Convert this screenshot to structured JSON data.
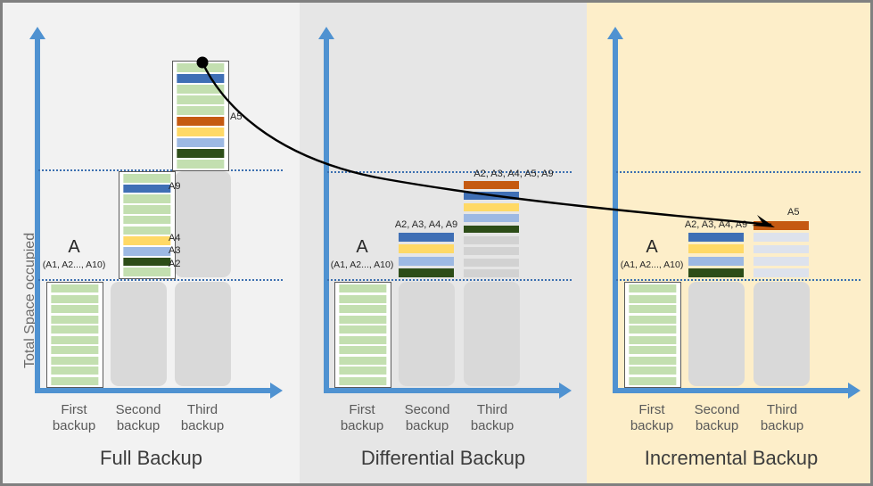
{
  "axes": {
    "y_label": "Total Space occupied"
  },
  "panels": [
    {
      "id": "full",
      "title": "Full Backup",
      "background": "#f2f2f2",
      "categories": [
        "First\nbackup",
        "Second\nbackup",
        "Third\nbackup"
      ],
      "first_bar": {
        "title": "A",
        "subtitle": "(A1, A2..., A10)",
        "stripes": 10,
        "color": "#c3dfb0"
      },
      "second_bar": {
        "stripes": [
          "green",
          "blue",
          "green",
          "green",
          "green",
          "green",
          "yellow",
          "lightblue",
          "darkgreen",
          "green"
        ],
        "side_labels": [
          {
            "text": "A9",
            "stripe_index": 1
          },
          {
            "text": "A4",
            "stripe_index": 6
          },
          {
            "text": "A3",
            "stripe_index": 7
          },
          {
            "text": "A2",
            "stripe_index": 8
          }
        ]
      },
      "third_bar": {
        "stripes": [
          "green",
          "blue",
          "green",
          "green",
          "green",
          "orange",
          "yellow",
          "lightblue",
          "darkgreen",
          "green"
        ],
        "side_labels": [
          {
            "text": "A5",
            "stripe_index": 5
          }
        ]
      }
    },
    {
      "id": "differential",
      "title": "Differential Backup",
      "background": "#e6e6e6",
      "categories": [
        "First\nbackup",
        "Second\nbackup",
        "Third\nbackup"
      ],
      "first_bar": {
        "title": "A",
        "subtitle": "(A1, A2..., A10)",
        "stripes": 10,
        "color": "#c3dfb0"
      },
      "second_bar": {
        "group_label": "A2, A3, A4, A9",
        "stripes": [
          "blue",
          "yellow",
          "lightblue",
          "darkgreen"
        ]
      },
      "third_bar": {
        "group_label": "A2, A3, A4, A5, A9",
        "stripes": [
          "orange",
          "blue",
          "yellow",
          "lightblue",
          "darkgreen",
          "gray",
          "gray",
          "gray",
          "gray"
        ]
      }
    },
    {
      "id": "incremental",
      "title": "Incremental Backup",
      "background": "#fdeec9",
      "categories": [
        "First\nbackup",
        "Second\nbackup",
        "Third\nbackup"
      ],
      "first_bar": {
        "title": "A",
        "subtitle": "(A1, A2..., A10)",
        "stripes": 10,
        "color": "#c3dfb0"
      },
      "second_bar": {
        "group_label": "A2, A3, A4, A9",
        "stripes": [
          "blue",
          "yellow",
          "lightblue",
          "darkgreen"
        ]
      },
      "third_bar": {
        "group_label": "A5",
        "stripes": [
          "orange",
          "graylight",
          "graylight",
          "graylight",
          "graylight"
        ]
      }
    }
  ],
  "annotation_arrow": {
    "label_start": "A5",
    "label_end": "A5",
    "from_panel": "full",
    "to_panel": "incremental"
  },
  "colors": {
    "accent_axis": "#4f92d1",
    "gridline": "#3b6fb0",
    "green": "#c3dfb0",
    "blue": "#3f6fb5",
    "lightblue": "#9db9e3",
    "yellow": "#ffd966",
    "orange": "#c55a11",
    "darkgreen": "#2d4d18",
    "gray": "#d2d2d2",
    "graylight": "#dde2ec",
    "placeholder": "#d9d9d9"
  }
}
